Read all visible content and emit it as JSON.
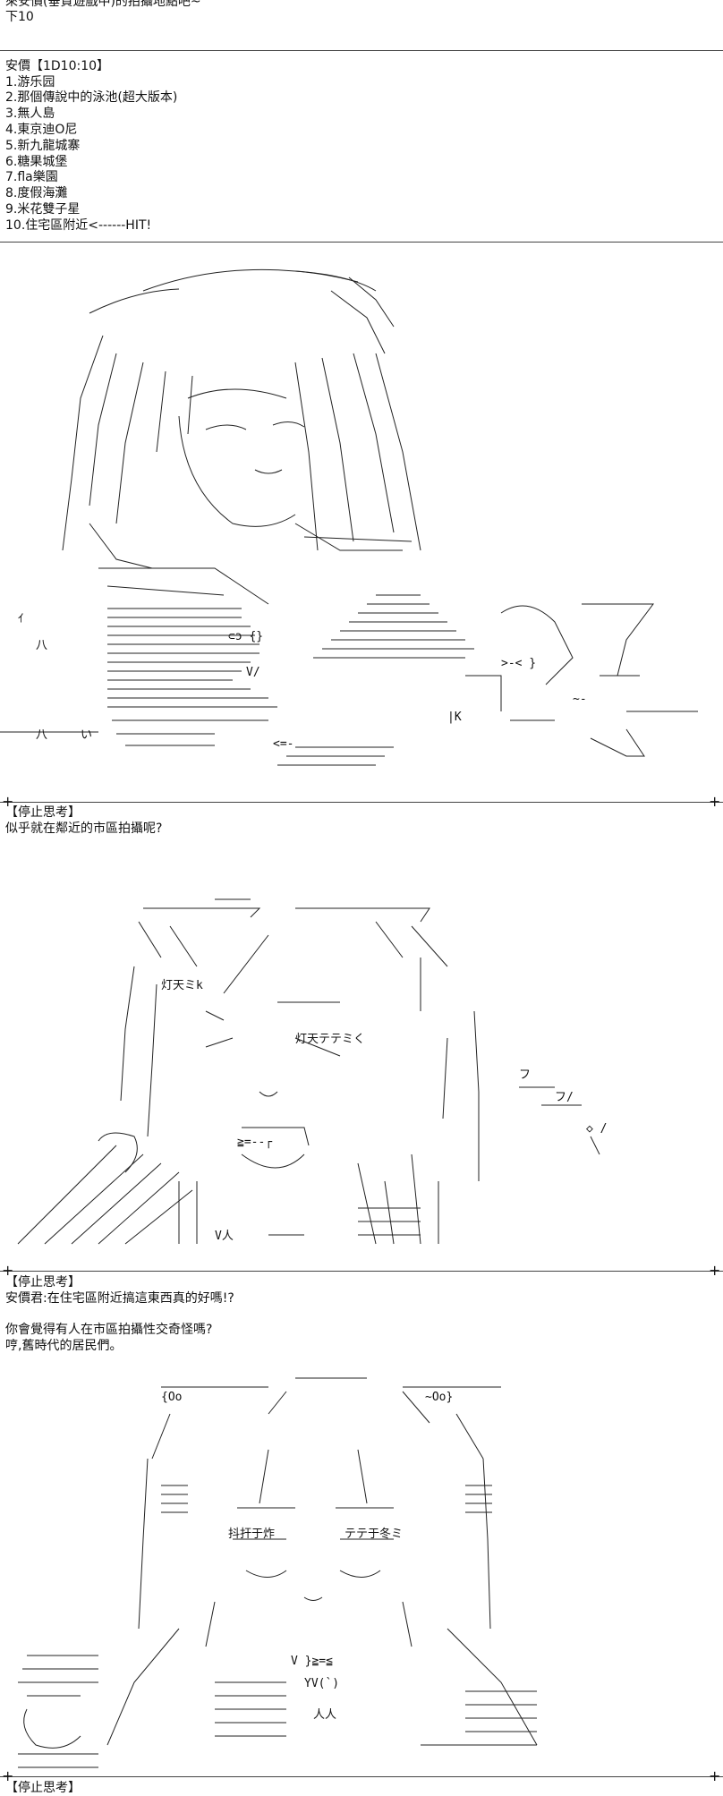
{
  "top": {
    "line1": "來安價(垂賢遊戲中)的拍攝地點吧~",
    "line2": "下10"
  },
  "anka": {
    "header": "安價【1D10:10】",
    "options": [
      "1.游乐园",
      "2.那個傳說中的泳池(超大版本)",
      "3.無人島",
      "4.東京迪O尼",
      "5.新九龍城寨",
      "6.糖果城堡",
      "7.fla樂園",
      "8.度假海灘",
      "9.米花雙子星",
      "10.住宅區附近<------HIT!"
    ]
  },
  "panel2": {
    "tag": "【停止思考】",
    "line": "似乎就在鄰近的市區拍攝呢?",
    "aa_text_1": "灯天テテミく",
    "aa_text_2": "灯天ミk"
  },
  "panel3": {
    "tag": "【停止思考】",
    "line1": "安價君:在住宅區附近搞這東西真的好嗎!?",
    "line2": "你會覺得有人在市區拍攝性交奇怪嗎?",
    "line3": "哼,舊時代的居民們。",
    "aa_text_1": "抖扞于炸",
    "aa_text_2": "テテ于冬ミ"
  },
  "bottom": {
    "tag": "【停止思考】"
  }
}
